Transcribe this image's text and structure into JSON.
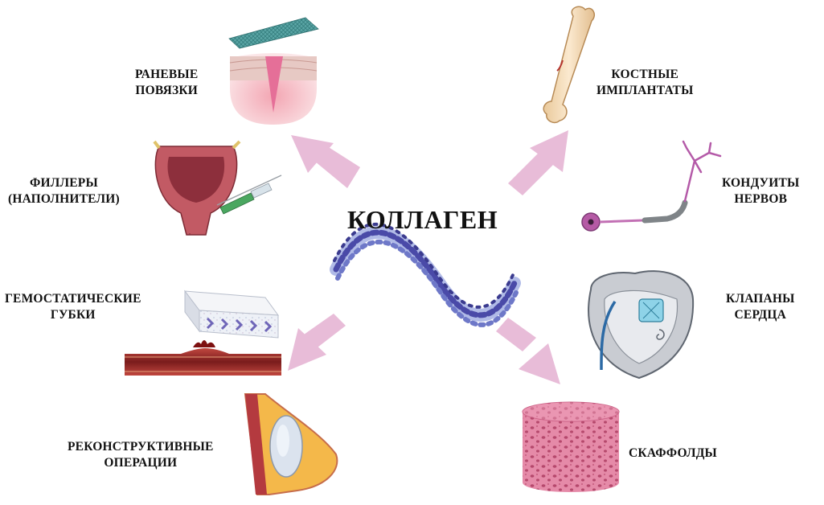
{
  "center": {
    "title": "КОЛЛАГЕН"
  },
  "applications": {
    "wound_dressings": [
      "РАНЕВЫЕ",
      "ПОВЯЗКИ"
    ],
    "fillers": [
      "ФИЛЛЕРЫ",
      "(НАПОЛНИТЕЛИ)"
    ],
    "hemostatic_sponges": [
      "ГЕМОСТАТИЧЕСКИЕ",
      "ГУБКИ"
    ],
    "reconstructive_surgery": [
      "РЕКОНСТРУКТИВНЫЕ",
      "ОПЕРАЦИИ"
    ],
    "bone_implants": [
      "КОСТНЫЕ",
      "ИМПЛАНТАТЫ"
    ],
    "nerve_conduits": [
      "КОНДУИТЫ",
      "НЕРВОВ"
    ],
    "heart_valves": [
      "КЛАПАНЫ",
      "СЕРДЦА"
    ],
    "scaffolds": [
      "СКАФФОЛДЫ"
    ]
  },
  "colors": {
    "arrow": "#e8bcd8",
    "text": "#111111",
    "helix_blue": "#4a4aa8",
    "helix_light": "#a9b4e4",
    "tissue_pink": "#e37f9a",
    "bone": "#f1d9b5",
    "bladder": "#b04a55",
    "nerve": "#a0519a",
    "scaffold": "#e07a9c"
  }
}
